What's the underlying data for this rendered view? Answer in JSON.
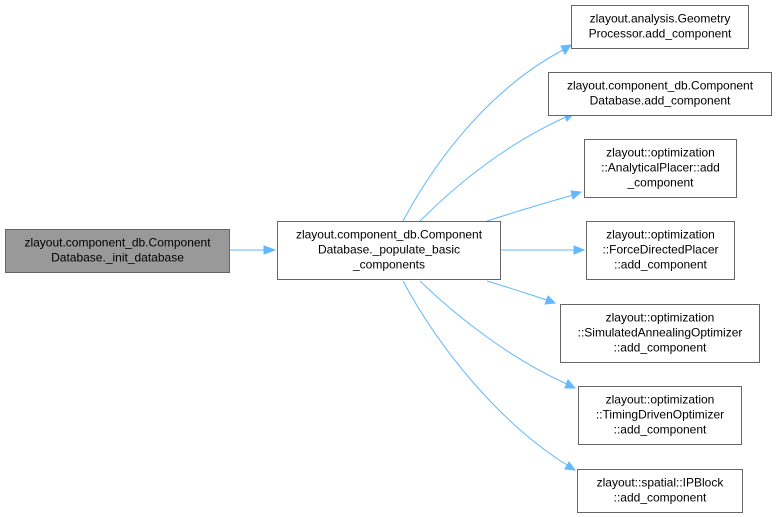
{
  "nodes": [
    {
      "id": "init",
      "role": "root",
      "lines": [
        "zlayout.component_db.Component",
        "Database._init_database"
      ]
    },
    {
      "id": "populate",
      "role": "normal",
      "lines": [
        "zlayout.component_db.Component",
        "Database._populate_basic",
        "_components"
      ]
    },
    {
      "id": "geom",
      "role": "normal",
      "lines": [
        "zlayout.analysis.Geometry",
        "Processor.add_component"
      ]
    },
    {
      "id": "compdb",
      "role": "normal",
      "lines": [
        "zlayout.component_db.Component",
        "Database.add_component"
      ]
    },
    {
      "id": "analytical",
      "role": "normal",
      "lines": [
        "zlayout::optimization",
        "::AnalyticalPlacer::add",
        "_component"
      ]
    },
    {
      "id": "force",
      "role": "normal",
      "lines": [
        "zlayout::optimization",
        "::ForceDirectedPlacer",
        "::add_component"
      ]
    },
    {
      "id": "annealing",
      "role": "normal",
      "lines": [
        "zlayout::optimization",
        "::SimulatedAnnealingOptimizer",
        "::add_component"
      ]
    },
    {
      "id": "timing",
      "role": "normal",
      "lines": [
        "zlayout::optimization",
        "::TimingDrivenOptimizer",
        "::add_component"
      ]
    },
    {
      "id": "ipblock",
      "role": "normal",
      "lines": [
        "zlayout::spatial::IPBlock",
        "::add_component"
      ]
    }
  ],
  "edges": [
    {
      "from": "init",
      "to": "populate"
    },
    {
      "from": "populate",
      "to": "geom"
    },
    {
      "from": "populate",
      "to": "compdb"
    },
    {
      "from": "populate",
      "to": "analytical"
    },
    {
      "from": "populate",
      "to": "force"
    },
    {
      "from": "populate",
      "to": "annealing"
    },
    {
      "from": "populate",
      "to": "timing"
    },
    {
      "from": "populate",
      "to": "ipblock"
    }
  ],
  "colors": {
    "edge": "#63b8ff",
    "root_fill": "#999999",
    "node_border": "#666666"
  }
}
